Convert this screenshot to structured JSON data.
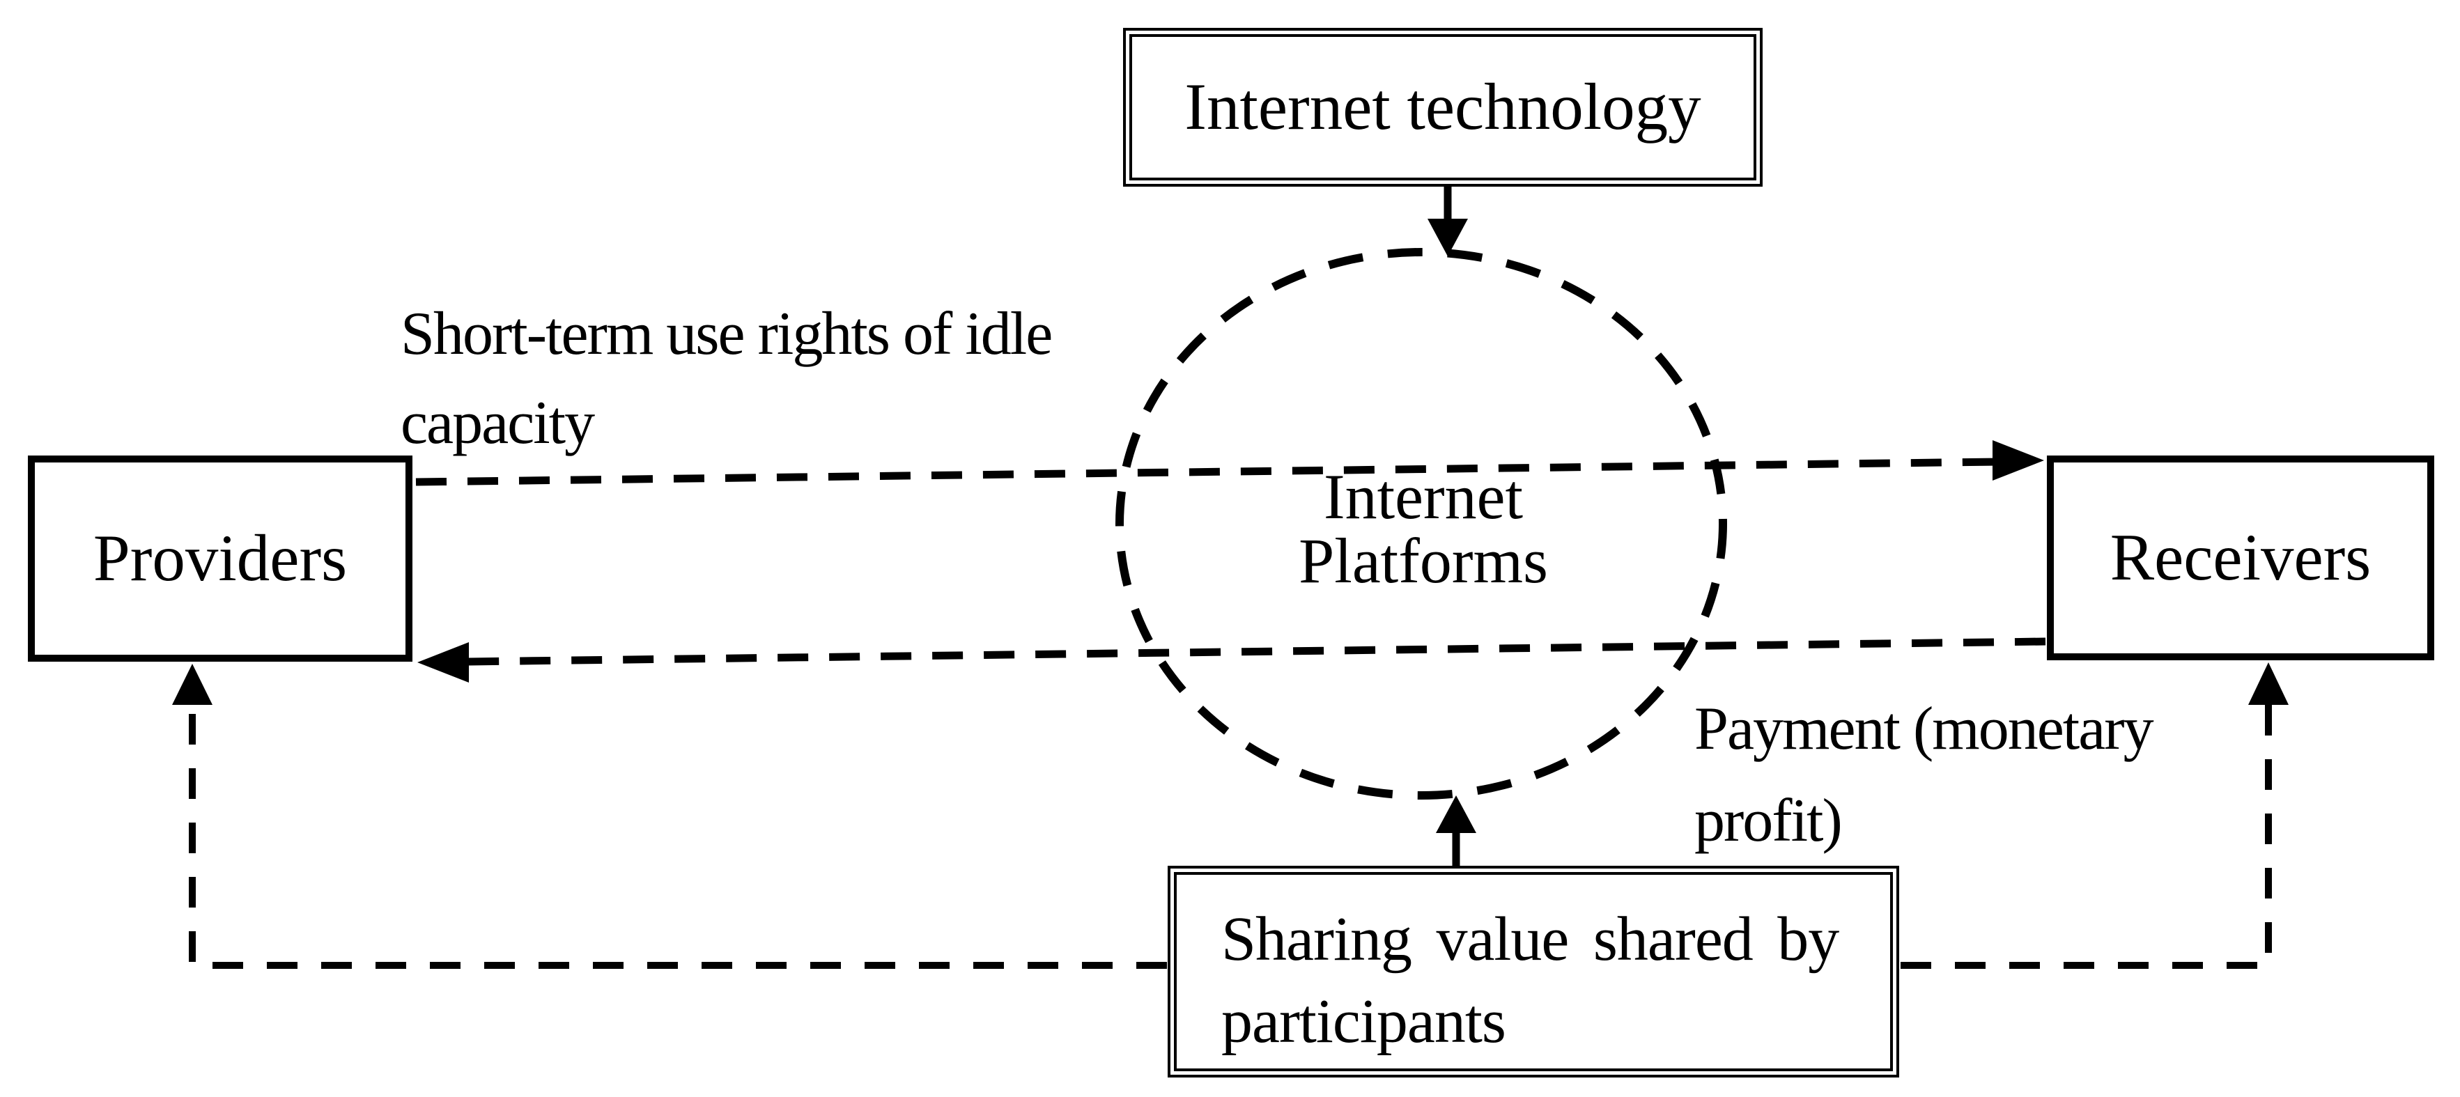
{
  "colors": {
    "background": "#ffffff",
    "line": "#000000",
    "text": "#000000"
  },
  "nodes": {
    "internet_technology": {
      "label": "Internet technology"
    },
    "internet_platforms": {
      "line1": "Internet",
      "line2": "Platforms"
    },
    "providers": {
      "label": "Providers"
    },
    "receivers": {
      "label": "Receivers"
    },
    "sharing_value": {
      "line1": "Sharing value shared by",
      "line2": "participants"
    }
  },
  "edge_labels": {
    "short_term": {
      "line1": "Short-term use rights of idle",
      "line2": "capacity"
    },
    "payment": {
      "line1": "Payment (monetary",
      "line2": "profit)"
    }
  },
  "edges": [
    {
      "id": "technology-to-platforms",
      "from": "internet_technology",
      "to": "internet_platforms",
      "style": "solid-arrow"
    },
    {
      "id": "providers-to-receivers",
      "from": "providers",
      "to": "receivers",
      "style": "dashed-arrow",
      "label": "Short-term use rights of idle capacity"
    },
    {
      "id": "receivers-to-providers",
      "from": "receivers",
      "to": "providers",
      "style": "dashed-arrow",
      "label": "Payment (monetary profit)"
    },
    {
      "id": "sharing-value-to-platforms",
      "from": "sharing_value",
      "to": "internet_platforms",
      "style": "solid-arrow"
    },
    {
      "id": "sharing-value-to-providers",
      "from": "sharing_value",
      "to": "providers",
      "style": "dashed-arrow"
    },
    {
      "id": "sharing-value-to-receivers",
      "from": "sharing_value",
      "to": "receivers",
      "style": "dashed-arrow"
    }
  ]
}
